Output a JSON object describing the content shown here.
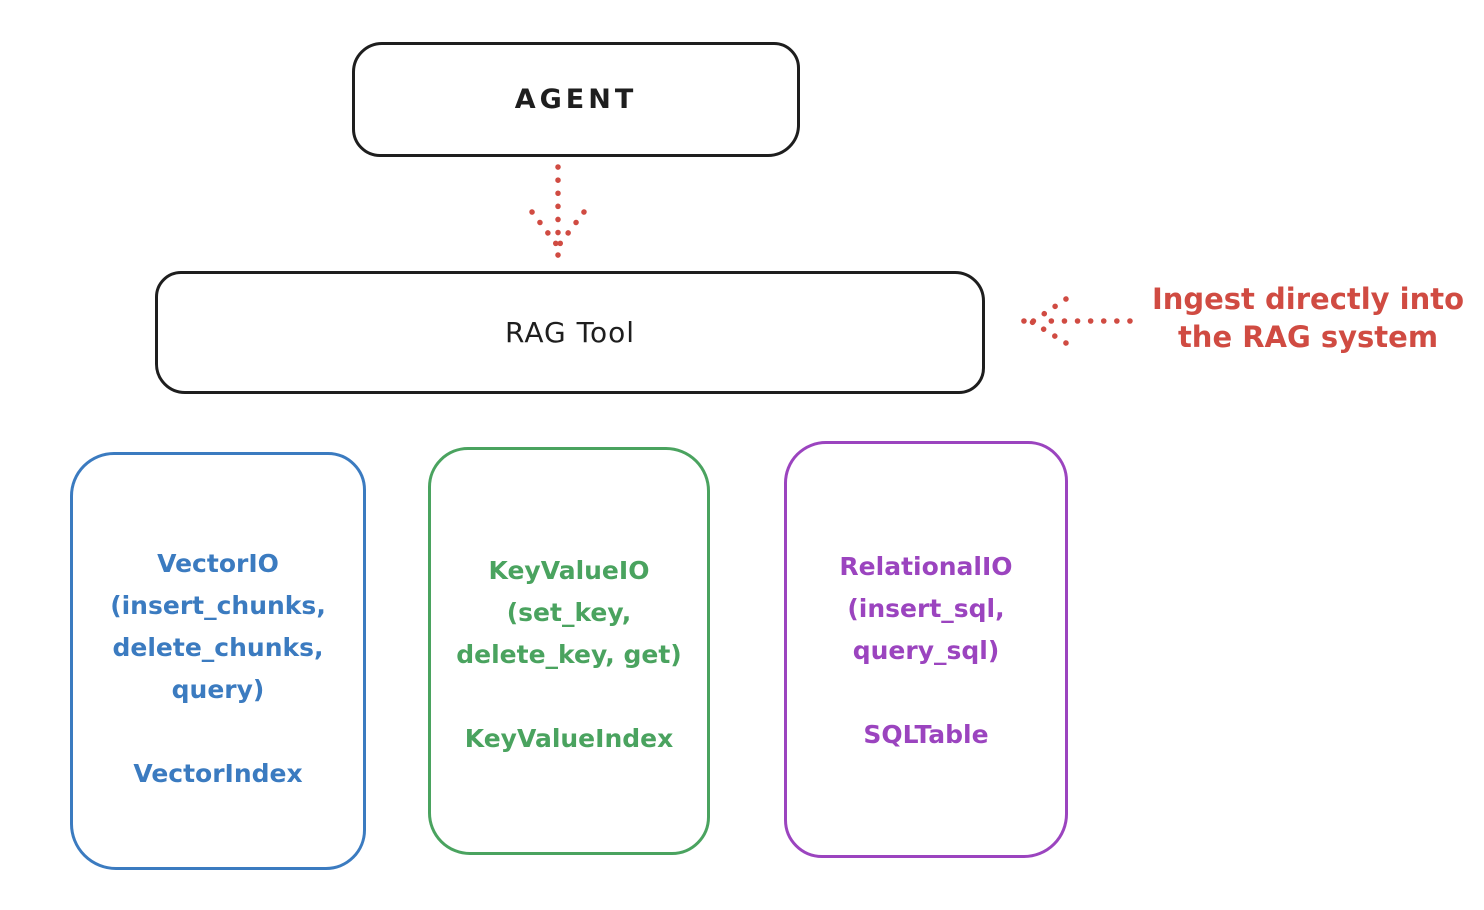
{
  "nodes": {
    "agent": {
      "label": "AGENT"
    },
    "rag_tool": {
      "label": "RAG Tool"
    }
  },
  "annotation": {
    "line1": "Ingest directly into",
    "line2": "the RAG system",
    "color": "#d04b42"
  },
  "backends": [
    {
      "name": "VectorIO",
      "methods": "VectorIO\n(insert_chunks,\ndelete_chunks,\nquery)",
      "index": "VectorIndex",
      "color": "#3b7bc0"
    },
    {
      "name": "KeyValueIO",
      "methods": "KeyValueIO\n(set_key,\ndelete_key, get)",
      "index": "KeyValueIndex",
      "color": "#4aa35f"
    },
    {
      "name": "RelationalIO",
      "methods": "RelationalIO\n(insert_sql,\nquery_sql)",
      "index": "SQLTable",
      "color": "#9b44bf"
    }
  ],
  "arrows": {
    "agent_to_rag_tool": "dotted-down-arrow",
    "annotation_to_rag_tool": "dotted-left-arrow"
  },
  "colors": {
    "background": "#ffffff",
    "stroke": "#1e1e1e",
    "red": "#d04b42",
    "blue": "#3b7bc0",
    "green": "#4aa35f",
    "purple": "#9b44bf"
  }
}
